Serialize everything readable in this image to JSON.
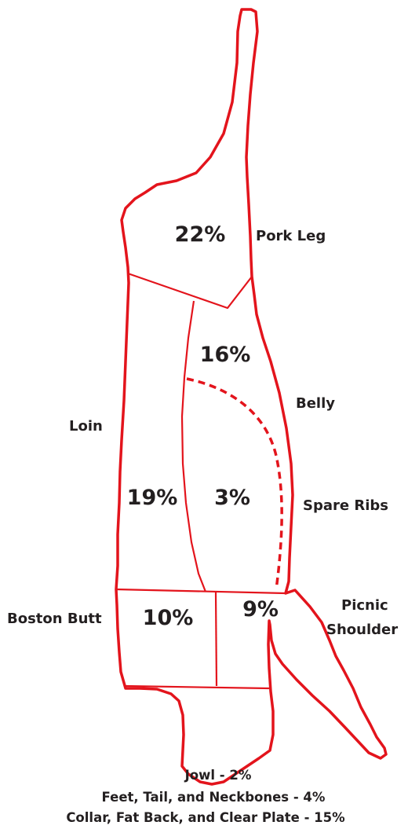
{
  "cuts": {
    "pork_leg": {
      "label": "Pork Leg",
      "percent": "22%"
    },
    "belly": {
      "label": "Belly",
      "percent": "16%"
    },
    "loin": {
      "label": "Loin",
      "percent": "19%"
    },
    "spare_ribs": {
      "label": "Spare Ribs",
      "percent": "3%"
    },
    "boston_butt": {
      "label": "Boston Butt",
      "percent": "10%"
    },
    "picnic_shoulder": {
      "label_line1": "Picnic",
      "label_line2": "Shoulder",
      "percent": "9%"
    }
  },
  "footnotes": [
    "Jowl - 2%",
    "Feet, Tail, and Neckbones - 4%",
    "Collar, Fat Back, and Clear Plate - 15%"
  ],
  "colors": {
    "outline": "#e3141c",
    "text": "#231f20"
  }
}
